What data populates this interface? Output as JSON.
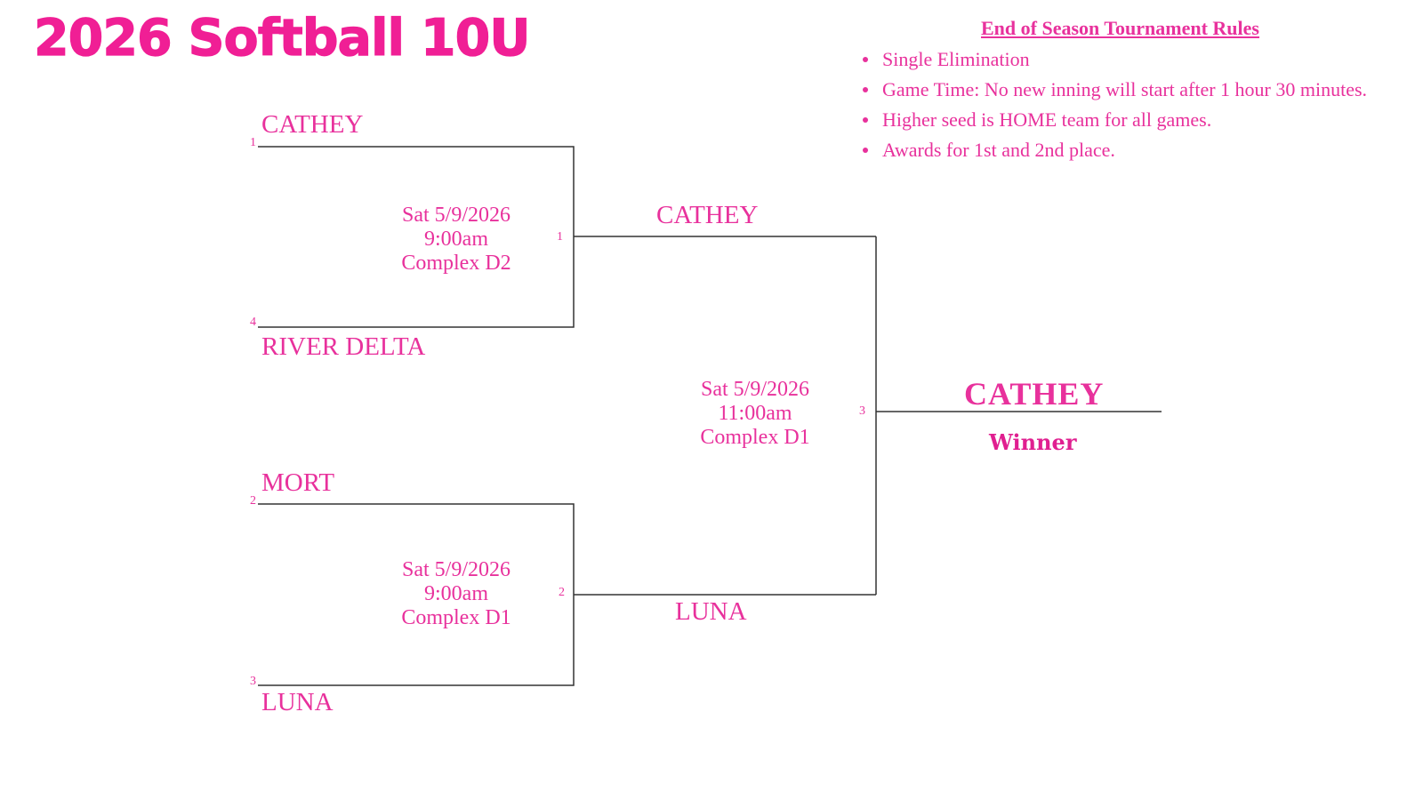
{
  "header": {
    "title": "2026 Softball 10U"
  },
  "rules": {
    "heading": "End of Season Tournament Rules",
    "items": [
      "Single Elimination",
      "Game Time: No new inning will start after 1 hour 30 minutes.",
      "Higher seed is HOME team for all games.",
      "Awards for 1st and 2nd place."
    ]
  },
  "bracket": {
    "round1": [
      {
        "game_number": "1",
        "top": {
          "seed": "1",
          "team": "CATHEY"
        },
        "bottom": {
          "seed": "4",
          "team": "RIVER DELTA"
        },
        "date": "Sat 5/9/2026",
        "time": "9:00am",
        "location": "Complex D2"
      },
      {
        "game_number": "2",
        "top": {
          "seed": "2",
          "team": "MORT"
        },
        "bottom": {
          "seed": "3",
          "team": "LUNA"
        },
        "date": "Sat 5/9/2026",
        "time": "9:00am",
        "location": "Complex D1"
      }
    ],
    "final": {
      "game_number": "3",
      "top_team": "CATHEY",
      "bottom_team": "LUNA",
      "date": "Sat 5/9/2026",
      "time": "11:00am",
      "location": "Complex D1"
    },
    "champion": {
      "team": "CATHEY",
      "label": "Winner"
    }
  },
  "colors": {
    "accent": "#e8319c",
    "title": "#f01f95",
    "lines": "#333333"
  }
}
